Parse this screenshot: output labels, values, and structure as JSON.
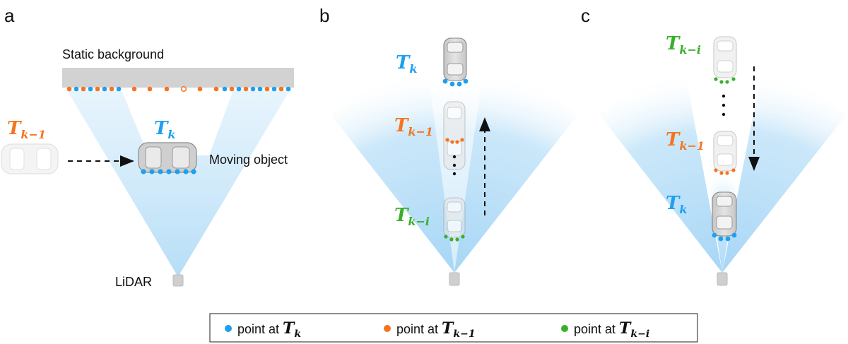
{
  "panels": {
    "a": {
      "label": "a",
      "static_background": "Static background",
      "moving_object": "Moving object",
      "lidar": "LiDAR",
      "time_prev": {
        "main": "T",
        "sub": "k−1"
      },
      "time_curr": {
        "main": "T",
        "sub": "k"
      }
    },
    "b": {
      "label": "b",
      "time_k": {
        "main": "T",
        "sub": "k"
      },
      "time_k1": {
        "main": "T",
        "sub": "k−1"
      },
      "time_ki": {
        "main": "T",
        "sub": "k−i"
      }
    },
    "c": {
      "label": "c",
      "time_ki": {
        "main": "T",
        "sub": "k−i"
      },
      "time_k1": {
        "main": "T",
        "sub": "k−1"
      },
      "time_k": {
        "main": "T",
        "sub": "k"
      }
    }
  },
  "legend": {
    "items": [
      {
        "text": "point at ",
        "main": "T",
        "sub": "k",
        "color": "#1e9ff0"
      },
      {
        "text": "point at ",
        "main": "T",
        "sub": "k−1",
        "color": "#f5741e"
      },
      {
        "text": "point at ",
        "main": "T",
        "sub": "k−i",
        "color": "#38b02a"
      }
    ]
  },
  "colors": {
    "blue": "#1e9ff0",
    "orange": "#f5741e",
    "green": "#38b02a",
    "beam": "#bfe2f8",
    "car": "#cfcfcf",
    "wall": "#d2d2d2"
  }
}
